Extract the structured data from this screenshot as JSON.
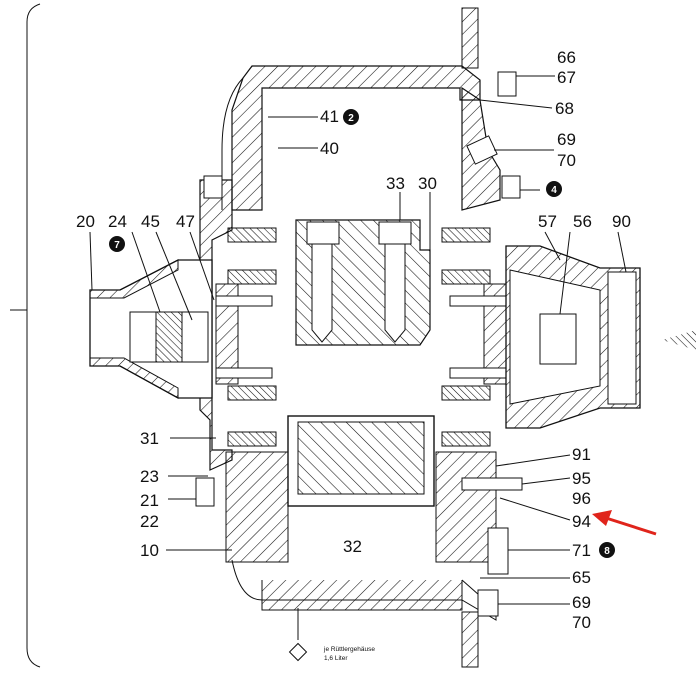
{
  "labels": {
    "l66": "66",
    "l67": "67",
    "l68": "68",
    "l41": "41",
    "l40": "40",
    "l69a": "69",
    "l70a": "70",
    "l33": "33",
    "l30": "30",
    "l20": "20",
    "l24": "24",
    "l45": "45",
    "l47": "47",
    "l57": "57",
    "l56": "56",
    "l90": "90",
    "l31": "31",
    "l23": "23",
    "l21": "21",
    "l22": "22",
    "l10": "10",
    "l32": "32",
    "l91": "91",
    "l95": "95",
    "l96": "96",
    "l94": "94",
    "l71": "71",
    "l65": "65",
    "l69b": "69",
    "l70b": "70"
  },
  "badges": {
    "b2": "2",
    "b4": "4",
    "b7": "7",
    "b8": "8"
  },
  "note": {
    "line1": "je Rüttlergehäuse",
    "line2": "1,6 Liter"
  },
  "colors": {
    "ink": "#111111",
    "pointer": "#e0241b",
    "paper": "#ffffff"
  }
}
